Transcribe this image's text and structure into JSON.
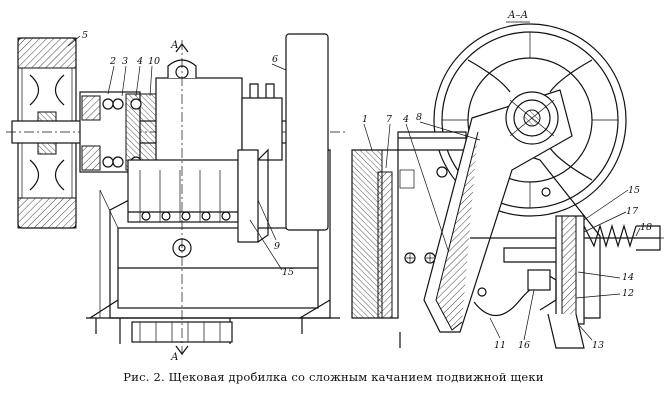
{
  "caption": "Рис. 2. Щековая дробилка со сложным качанием подвижной щеки",
  "section_labels": {
    "left_top": "А",
    "left_bottom": "А",
    "right_title": "А–А"
  },
  "callouts": {
    "c1": "1",
    "c2": "2",
    "c3": "3",
    "c4": "4",
    "c5": "5",
    "c6": "6",
    "c7": "7",
    "c8": "8",
    "c9": "9",
    "c10": "10",
    "c11": "11",
    "c12": "12",
    "c13": "13",
    "c14": "14",
    "c15": "15",
    "c16": "16",
    "c17": "17",
    "c18": "18",
    "r4": "4",
    "r15": "15",
    "l15": "15"
  }
}
